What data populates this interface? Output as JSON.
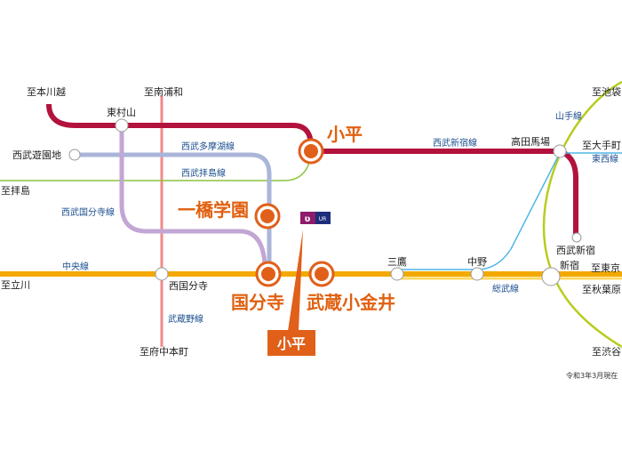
{
  "colors": {
    "seibu_shinjuku": "#b3123d",
    "tamako": "#a9b6d9",
    "kokubunji": "#c2a6d4",
    "haijima": "#8cc43f",
    "musashino": "#f08a8a",
    "chuo": "#f3a900",
    "sobu": "#ffd862",
    "tozai": "#4fb6e8",
    "yamanote": "#b8cc1e",
    "highlight": "#e0601a",
    "ur_purple": "#8e1b6b",
    "ur_navy": "#1d2f7a"
  },
  "destinations": {
    "hon_kawagoe": "至本川越",
    "minami_urawa": "至南浦和",
    "haijima": "至拝島",
    "tachikawa": "至立川",
    "fuchu_hommachi": "至府中本町",
    "ikebukuro": "至池袋",
    "otemachi": "至大手町",
    "tokyo": "至東京",
    "akihabara": "至秋葉原",
    "shibuya": "至渋谷"
  },
  "stations": {
    "higashimurayama": "東村山",
    "seibuyuenchi": "西武遊園地",
    "nishikokubunji": "西国分寺",
    "mitaka": "三鷹",
    "nakano": "中野",
    "takadanobaba": "高田馬場",
    "seibu_shinjuku": "西武新宿",
    "shinjuku": "新宿"
  },
  "highlight_stations": {
    "kodaira": "小平",
    "hitotsubashi": "一橋学園",
    "kokubunji": "国分寺",
    "musashi_koganei": "武蔵小金井"
  },
  "lines": {
    "seibu_tamako": "西武多摩湖線",
    "seibu_haijima": "西武拝島線",
    "seibu_kokubunji": "西武国分寺線",
    "chuo": "中央線",
    "musashino": "武蔵野線",
    "seibu_shinjuku": "西武新宿線",
    "yamanote": "山手線",
    "tozai": "東西線",
    "sobu": "総武線"
  },
  "callout": {
    "label": "小平",
    "logo_text": "UR"
  },
  "note": "令和3年3月現在"
}
